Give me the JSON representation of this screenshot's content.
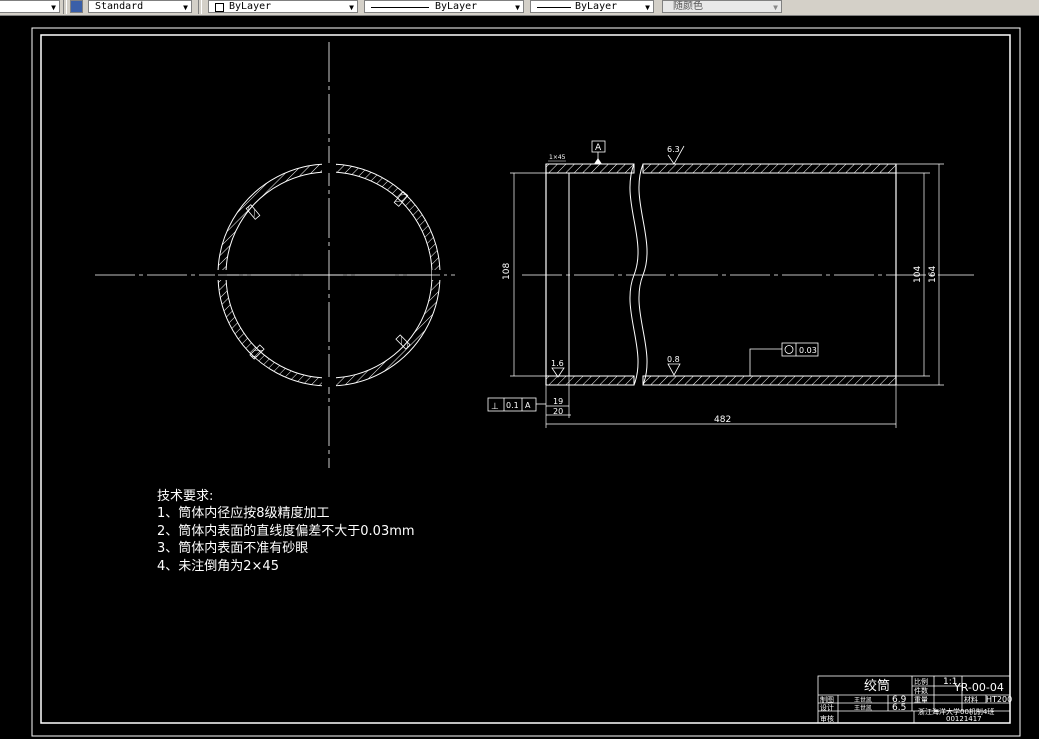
{
  "toolbar": {
    "text_style": "Standard",
    "layer": "ByLayer",
    "linetype": "ByLayer",
    "lineweight": "ByLayer",
    "color": "随颜色"
  },
  "drawing": {
    "colors": {
      "background": "#000000",
      "lines": "#ffffff"
    },
    "datum_label": "A",
    "chamfer_note": "1×45",
    "roughness": {
      "top": "6.3",
      "inner": "0.8",
      "left": "1.6"
    },
    "flatness_tol": "0.03",
    "perp_tol": {
      "symbol": "⊥",
      "value": "0.1",
      "datum": "A"
    },
    "dims": {
      "length": "482",
      "od_left": "108",
      "id_right": "104",
      "od_right": "164",
      "wall_19": "19",
      "wall_20": "20"
    },
    "tech_req": {
      "title": "技术要求:",
      "items": [
        "1、筒体内径应按8级精度加工",
        "2、筒体内表面的直线度偏差不大于0.03mm",
        "3、筒体内表面不准有砂眼",
        "4、未注倒角为2×45"
      ]
    },
    "title_block": {
      "part_name": "绞筒",
      "scale_label": "比例",
      "scale_value": "1:1",
      "qty_label": "件数",
      "drawing_no": "YR-00-04",
      "material_label": "材料",
      "material": "HT200",
      "weight_label": "重量",
      "drawn_label": "制图",
      "design_label": "设计",
      "check_label": "审核",
      "drawn_name": "王世凯",
      "design_name": "王世凯",
      "date1": "6.9",
      "date2": "6.5",
      "school": "浙江海洋大学00机制4班",
      "student_no": "00121417"
    }
  }
}
